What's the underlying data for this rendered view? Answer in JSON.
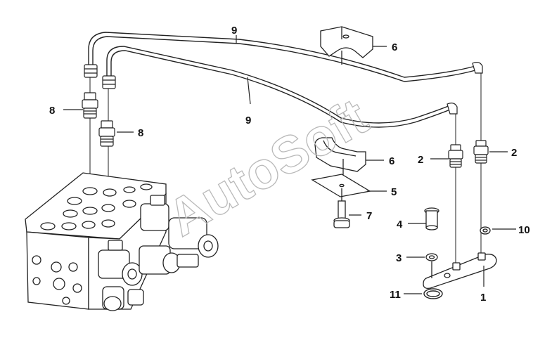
{
  "watermark": {
    "text": "AutoSoft"
  },
  "callouts": {
    "c1": "1",
    "c2a": "2",
    "c2b": "2",
    "c3": "3",
    "c4": "4",
    "c5": "5",
    "c6a": "6",
    "c6b": "6",
    "c7": "7",
    "c8a": "8",
    "c8b": "8",
    "c9a": "9",
    "c9b": "9",
    "c10": "10",
    "c11": "11"
  },
  "colors": {
    "line": "#222222",
    "watermark": "#b9b9b9",
    "background": "#ffffff"
  }
}
